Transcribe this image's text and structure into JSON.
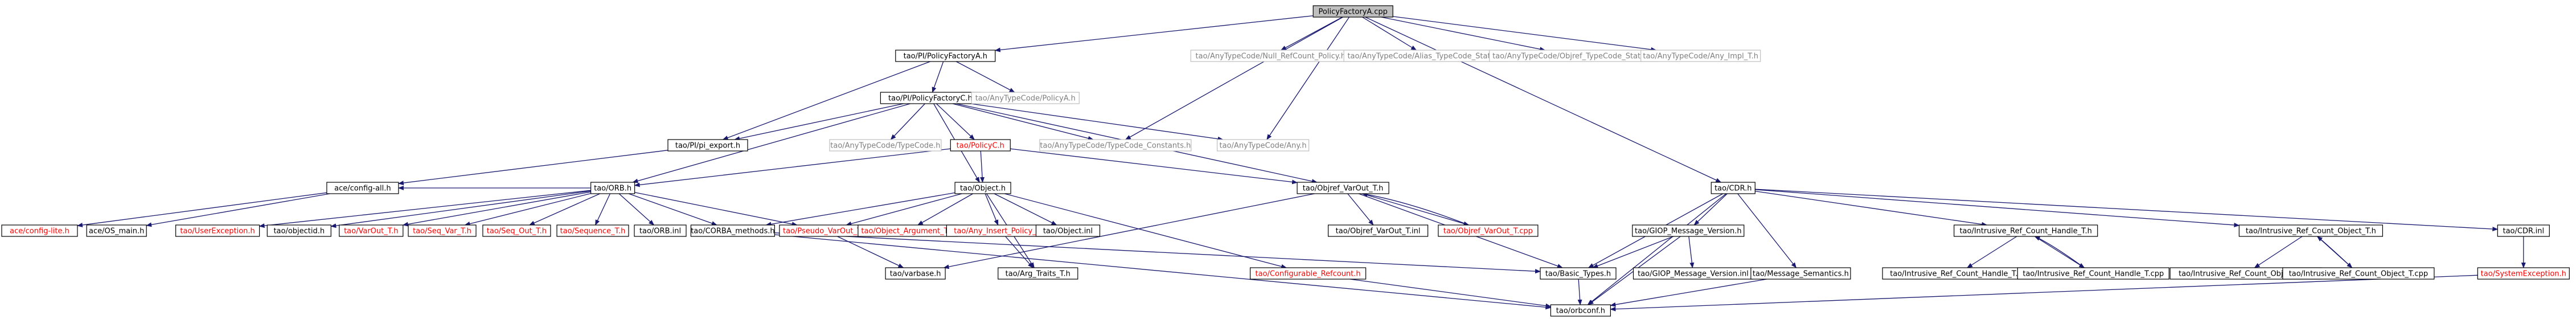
{
  "colors": {
    "background": "#ffffff",
    "node_fill": "#ffffff",
    "node_border": "#000000",
    "root_fill": "#bfbfbf",
    "text_normal": "#000000",
    "text_red": "#ff0000",
    "text_gray": "#7f7f7f",
    "edge_color": "#191970"
  },
  "nodes": {
    "root": {
      "label": "PolicyFactoryA.cpp",
      "style": "root"
    },
    "pfh": {
      "label": "tao/PI/PolicyFactoryA.h",
      "style": "normal"
    },
    "nrp": {
      "label": "tao/AnyTypeCode/Null_RefCount_Policy.h",
      "style": "gray"
    },
    "atc_alias": {
      "label": "tao/AnyTypeCode/Alias_TypeCode_Static.h",
      "style": "gray"
    },
    "atc_objref": {
      "label": "tao/AnyTypeCode/Objref_TypeCode_Static.h",
      "style": "gray"
    },
    "any_impl": {
      "label": "tao/AnyTypeCode/Any_Impl_T.h",
      "style": "gray"
    },
    "pfc": {
      "label": "tao/PI/PolicyFactoryC.h",
      "style": "normal"
    },
    "pfa": {
      "label": "tao/AnyTypeCode/PolicyA.h",
      "style": "gray"
    },
    "pi_export": {
      "label": "tao/PI/pi_export.h",
      "style": "normal"
    },
    "atc_tc": {
      "label": "tao/AnyTypeCode/TypeCode.h",
      "style": "gray"
    },
    "atc_const": {
      "label": "tao/AnyTypeCode/TypeCode_Constants.h",
      "style": "gray"
    },
    "atc_any": {
      "label": "tao/AnyTypeCode/Any.h",
      "style": "gray"
    },
    "policyc": {
      "label": "tao/PolicyC.h",
      "style": "red"
    },
    "cdr": {
      "label": "tao/CDR.h",
      "style": "normal"
    },
    "ace_config": {
      "label": "ace/config-all.h",
      "style": "normal"
    },
    "orb": {
      "label": "tao/ORB.h",
      "style": "normal"
    },
    "object": {
      "label": "tao/Object.h",
      "style": "normal"
    },
    "objvar": {
      "label": "tao/Objref_VarOut_T.h",
      "style": "normal"
    },
    "ace_lite": {
      "label": "ace/config-lite.h",
      "style": "red"
    },
    "ace_os": {
      "label": "ace/OS_main.h",
      "style": "normal"
    },
    "userexc": {
      "label": "tao/UserException.h",
      "style": "red"
    },
    "objectid": {
      "label": "tao/objectid.h",
      "style": "normal"
    },
    "varout": {
      "label": "tao/VarOut_T.h",
      "style": "red"
    },
    "seqvar": {
      "label": "tao/Seq_Var_T.h",
      "style": "red"
    },
    "seqout": {
      "label": "tao/Seq_Out_T.h",
      "style": "red"
    },
    "sequence": {
      "label": "tao/Sequence_T.h",
      "style": "red"
    },
    "orb_inl": {
      "label": "tao/ORB.inl",
      "style": "normal"
    },
    "corba": {
      "label": "tao/CORBA_methods.h",
      "style": "normal"
    },
    "pseudo": {
      "label": "tao/Pseudo_VarOut_T.h",
      "style": "red"
    },
    "objarg": {
      "label": "tao/Object_Argument_T.h",
      "style": "red"
    },
    "anyins": {
      "label": "tao/Any_Insert_Policy_T.h",
      "style": "red"
    },
    "object_inl": {
      "label": "tao/Object.inl",
      "style": "normal"
    },
    "objvar_inl": {
      "label": "tao/Objref_VarOut_T.inl",
      "style": "normal"
    },
    "objvar_cpp": {
      "label": "tao/Objref_VarOut_T.cpp",
      "style": "red"
    },
    "varbase": {
      "label": "tao/varbase.h",
      "style": "normal"
    },
    "argtraits": {
      "label": "tao/Arg_Traits_T.h",
      "style": "normal"
    },
    "confref": {
      "label": "tao/Configurable_Refcount.h",
      "style": "red"
    },
    "basic": {
      "label": "tao/Basic_Types.h",
      "style": "normal"
    },
    "giop": {
      "label": "tao/GIOP_Message_Version.h",
      "style": "normal"
    },
    "giop_inl": {
      "label": "tao/GIOP_Message_Version.inl",
      "style": "normal"
    },
    "msgsem": {
      "label": "tao/Message_Semantics.h",
      "style": "normal"
    },
    "irch": {
      "label": "tao/Intrusive_Ref_Count_Handle_T.h",
      "style": "normal"
    },
    "irch_inl": {
      "label": "tao/Intrusive_Ref_Count_Handle_T.inl",
      "style": "normal"
    },
    "irch_cpp": {
      "label": "tao/Intrusive_Ref_Count_Handle_T.cpp",
      "style": "normal"
    },
    "irco": {
      "label": "tao/Intrusive_Ref_Count_Object_T.h",
      "style": "normal"
    },
    "irco_inl": {
      "label": "tao/Intrusive_Ref_Count_Object_T.inl",
      "style": "normal"
    },
    "irco_cpp": {
      "label": "tao/Intrusive_Ref_Count_Object_T.cpp",
      "style": "normal"
    },
    "cdr_inl": {
      "label": "tao/CDR.inl",
      "style": "normal"
    },
    "sysexc": {
      "label": "tao/SystemException.h",
      "style": "red"
    },
    "orbconf": {
      "label": "tao/orbconf.h",
      "style": "normal"
    }
  },
  "edges": [
    [
      "root",
      "pfh"
    ],
    [
      "root",
      "nrp"
    ],
    [
      "root",
      "atc_alias"
    ],
    [
      "root",
      "atc_objref"
    ],
    [
      "root",
      "any_impl"
    ],
    [
      "root",
      "atc_const"
    ],
    [
      "root",
      "atc_any"
    ],
    [
      "root",
      "cdr"
    ],
    [
      "pfh",
      "pfc"
    ],
    [
      "pfh",
      "pfa"
    ],
    [
      "pfh",
      "pi_export"
    ],
    [
      "pfc",
      "pi_export"
    ],
    [
      "pfc",
      "atc_tc"
    ],
    [
      "pfc",
      "atc_const"
    ],
    [
      "pfc",
      "atc_any"
    ],
    [
      "pfc",
      "policyc"
    ],
    [
      "pfc",
      "orb"
    ],
    [
      "pfc",
      "object"
    ],
    [
      "pfc",
      "objvar"
    ],
    [
      "pi_export",
      "ace_config"
    ],
    [
      "policyc",
      "objvar"
    ],
    [
      "policyc",
      "object"
    ],
    [
      "policyc",
      "orb"
    ],
    [
      "ace_config",
      "ace_lite"
    ],
    [
      "ace_config",
      "ace_os"
    ],
    [
      "orb",
      "ace_config"
    ],
    [
      "orb",
      "userexc"
    ],
    [
      "orb",
      "objectid"
    ],
    [
      "orb",
      "varout"
    ],
    [
      "orb",
      "seqvar"
    ],
    [
      "orb",
      "seqout"
    ],
    [
      "orb",
      "sequence"
    ],
    [
      "orb",
      "orb_inl"
    ],
    [
      "orb",
      "corba"
    ],
    [
      "orb",
      "pseudo"
    ],
    [
      "object",
      "pseudo"
    ],
    [
      "object",
      "objarg"
    ],
    [
      "object",
      "anyins"
    ],
    [
      "object",
      "object_inl"
    ],
    [
      "object",
      "confref"
    ],
    [
      "object",
      "argtraits"
    ],
    [
      "object",
      "corba"
    ],
    [
      "objvar",
      "objvar_inl"
    ],
    [
      "objvar",
      "objvar_cpp"
    ],
    [
      "objvar",
      "varbase"
    ],
    [
      "objvar",
      "basic"
    ],
    [
      "objvar_cpp",
      "objvar"
    ],
    [
      "corba",
      "orbconf"
    ],
    [
      "corba",
      "basic"
    ],
    [
      "pseudo",
      "varbase"
    ],
    [
      "anyins",
      "argtraits"
    ],
    [
      "confref",
      "orbconf"
    ],
    [
      "basic",
      "orbconf"
    ],
    [
      "cdr",
      "basic"
    ],
    [
      "cdr",
      "orbconf"
    ],
    [
      "cdr",
      "giop"
    ],
    [
      "cdr",
      "msgsem"
    ],
    [
      "cdr",
      "irch"
    ],
    [
      "cdr",
      "irco"
    ],
    [
      "cdr",
      "cdr_inl"
    ],
    [
      "giop",
      "basic"
    ],
    [
      "giop",
      "giop_inl"
    ],
    [
      "giop",
      "orbconf"
    ],
    [
      "msgsem",
      "orbconf"
    ],
    [
      "irch",
      "irch_inl"
    ],
    [
      "irch",
      "irch_cpp"
    ],
    [
      "irch_cpp",
      "irch"
    ],
    [
      "irco",
      "irco_inl"
    ],
    [
      "irco",
      "irco_cpp"
    ],
    [
      "irco_cpp",
      "irco"
    ],
    [
      "cdr_inl",
      "sysexc"
    ],
    [
      "sysexc",
      "orbconf"
    ]
  ]
}
